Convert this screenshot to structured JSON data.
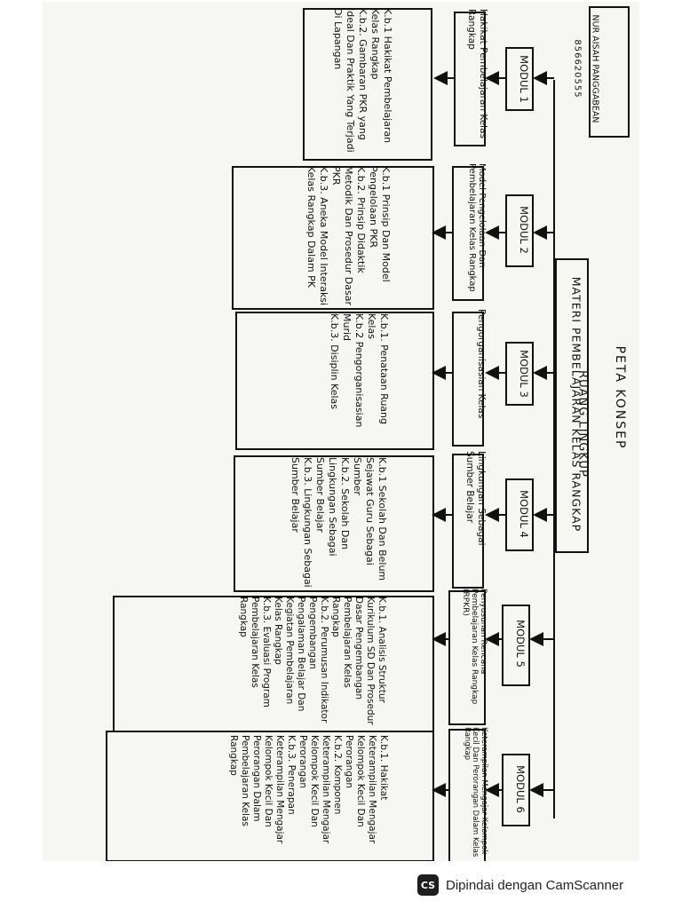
{
  "header": {
    "title": "PETA KONSEP",
    "subtitle": "RUANG LINGKUP",
    "main_topic": "MATERI PEMBELAJARAN KELAS RANGKAP",
    "student_name": "NUR AISAH PANGGABEAN",
    "student_id": "856620555"
  },
  "modules": [
    {
      "label": "MODUL 1",
      "topic": "Hakikat Pembelajaran Kelas Rangkap",
      "items": [
        "K.b.1 Hakikat Pembelajaran Kelas Rangkap",
        "K.b.2. Gambaran PKR yang Ideal Dan Praktik Yang Terjadi Di Lapangan"
      ]
    },
    {
      "label": "MODUL 2",
      "topic": "Model Pengelolaan Dan Pembelajaran Kelas Rangkap",
      "items": [
        "K.b.1 Prinsip Dan Model Pengelolaan PKR",
        "K.b.2. Prinsip Didaktik Metodik Dan Prosedur Dasar PKR",
        "K.b.3. Aneka Model Interaksi Kelas Rangkap Dalam PK"
      ]
    },
    {
      "label": "MODUL 3",
      "topic": "Pengorganisasian Kelas",
      "items": [
        "K.b.1. Penataan Ruang Kelas",
        "K.b.2 Pengorganisasian Murid",
        "K.b.3. Disiplin Kelas"
      ]
    },
    {
      "label": "MODUL 4",
      "topic": "Lingkungan Sebagai Sumber Belajar",
      "items": [
        "K.b.1 Sekolah Dan Belum Sejawat Guru Sebagai Sumber",
        "K.b.2. Sekolah Dan Lingkungan Sebagai Sumber Belajar",
        "K.b.3. Lingkungan Sebagai Sumber Belajar"
      ]
    },
    {
      "label": "MODUL 5",
      "topic": "Penyusunan Rencana Pembelajaran Kelas Rangkap (RPKR)",
      "items": [
        "K.b.1. Analisis Struktur Kurikulum SD Dan Prosedur Dasar Pengembangan Pembelajaran Kelas Rangkap",
        "K.b.2. Perumusan Indikator Pengembangan Pengalaman Belajar Dan Kegiatan Pembelajaran Kelas Rangkap",
        "K.b.3. Evaluasi Program Pembelajaran Kelas Rangkap"
      ]
    },
    {
      "label": "MODUL 6",
      "topic": "Keterampilan Mengajar Kelompok Kecil Dan Perorangan Dalam Kelas Rangkap",
      "items": [
        "K.b.1. Hakikat Keterampilan Mengajar Kelompok Kecil Dan Perorangan",
        "K.b.2. Komponen Keterampilan Mengajar Kelompok Kecil Dan Perorangan",
        "K.b.3. Penerapan Keterampilan Mengajar Kelompok Kecil Dan Perorangan Dalam Pembelajaran Kelas Rangkap"
      ]
    }
  ],
  "footer": {
    "scanner_text": "Dipindai dengan CamScanner",
    "scanner_logo": "CS"
  }
}
